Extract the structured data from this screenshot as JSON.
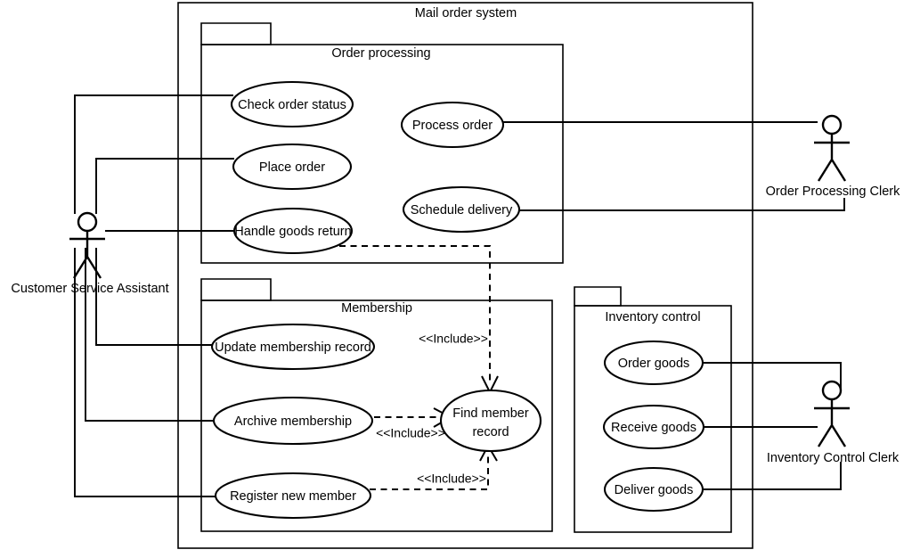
{
  "diagram": {
    "kind": "uml-use-case-diagram",
    "system": {
      "label": "Mail order system"
    },
    "packages": [
      {
        "id": "order-processing",
        "label": "Order processing"
      },
      {
        "id": "membership",
        "label": "Membership"
      },
      {
        "id": "inventory-control",
        "label": "Inventory control"
      }
    ],
    "use_cases": [
      {
        "id": "check-order-status",
        "label": "Check order status",
        "package": "order-processing"
      },
      {
        "id": "place-order",
        "label": "Place order",
        "package": "order-processing"
      },
      {
        "id": "handle-goods-return",
        "label": "Handle goods return",
        "package": "order-processing"
      },
      {
        "id": "process-order",
        "label": "Process order",
        "package": "order-processing"
      },
      {
        "id": "schedule-delivery",
        "label": "Schedule delivery",
        "package": "order-processing"
      },
      {
        "id": "update-membership-record",
        "label": "Update membership record",
        "package": "membership"
      },
      {
        "id": "archive-membership",
        "label": "Archive membership",
        "package": "membership"
      },
      {
        "id": "register-new-member",
        "label": "Register new member",
        "package": "membership"
      },
      {
        "id": "find-member-record",
        "label_line1": "Find member",
        "label_line2": "record",
        "package": "membership"
      },
      {
        "id": "order-goods",
        "label": "Order goods",
        "package": "inventory-control"
      },
      {
        "id": "receive-goods",
        "label": "Receive goods",
        "package": "inventory-control"
      },
      {
        "id": "deliver-goods",
        "label": "Deliver goods",
        "package": "inventory-control"
      }
    ],
    "actors": [
      {
        "id": "customer-service-assistant",
        "label": "Customer Service Assistant"
      },
      {
        "id": "order-processing-clerk",
        "label": "Order Processing Clerk"
      },
      {
        "id": "inventory-control-clerk",
        "label": "Inventory Control Clerk"
      }
    ],
    "include_relationships": [
      {
        "id": "include-handle-goods-return",
        "from": "handle-goods-return",
        "to": "find-member-record",
        "label": "<<Include>>"
      },
      {
        "id": "include-archive-membership",
        "from": "archive-membership",
        "to": "find-member-record",
        "label": "<<Include>>"
      },
      {
        "id": "include-register-new-member",
        "from": "register-new-member",
        "to": "find-member-record",
        "label": "<<Include>>"
      }
    ],
    "associations": [
      {
        "actor": "customer-service-assistant",
        "use_case": "check-order-status"
      },
      {
        "actor": "customer-service-assistant",
        "use_case": "place-order"
      },
      {
        "actor": "customer-service-assistant",
        "use_case": "handle-goods-return"
      },
      {
        "actor": "customer-service-assistant",
        "use_case": "update-membership-record"
      },
      {
        "actor": "customer-service-assistant",
        "use_case": "archive-membership"
      },
      {
        "actor": "customer-service-assistant",
        "use_case": "register-new-member"
      },
      {
        "actor": "order-processing-clerk",
        "use_case": "process-order"
      },
      {
        "actor": "order-processing-clerk",
        "use_case": "schedule-delivery"
      },
      {
        "actor": "inventory-control-clerk",
        "use_case": "order-goods"
      },
      {
        "actor": "inventory-control-clerk",
        "use_case": "receive-goods"
      },
      {
        "actor": "inventory-control-clerk",
        "use_case": "deliver-goods"
      }
    ],
    "colors": {
      "stroke": "#000000",
      "fill": "#ffffff"
    }
  }
}
